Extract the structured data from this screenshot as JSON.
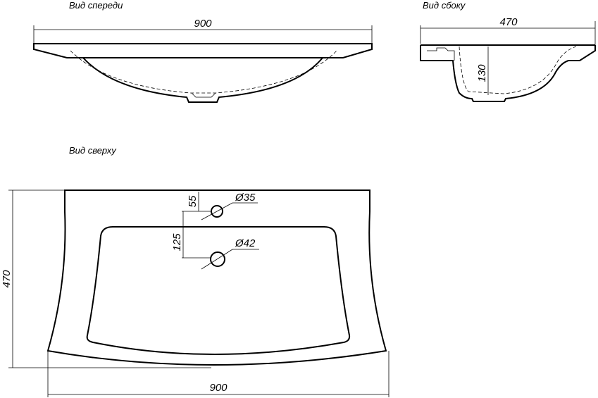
{
  "views": {
    "front": {
      "title": "Вид спереди",
      "width_dim": "900"
    },
    "side": {
      "title": "Вид сбоку",
      "depth_dim": "470",
      "bowl_depth_dim": "130"
    },
    "top": {
      "title": "Вид сверху",
      "depth_dim": "470",
      "width_dim": "900",
      "tap_hole_offset_dim": "55",
      "tap_hole_diameter": "Ø35",
      "drain_offset_dim": "125",
      "drain_diameter": "Ø42"
    }
  }
}
